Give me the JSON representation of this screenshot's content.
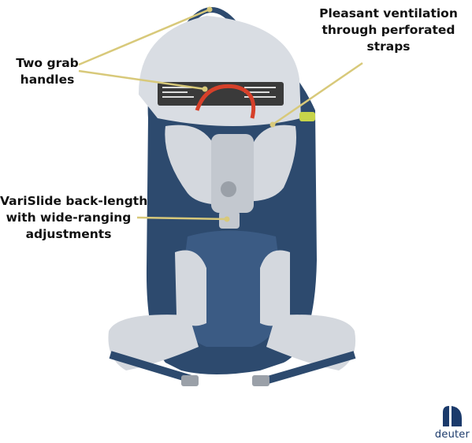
{
  "callouts": {
    "grab_handles": {
      "lines": [
        "Two grab",
        "handles"
      ]
    },
    "ventilation": {
      "lines": [
        "Pleasant ventilation",
        "through perforated",
        "straps"
      ]
    },
    "varislide": {
      "lines": [
        "VariSlide back-length",
        "with wide-ranging",
        "adjustments"
      ]
    }
  },
  "brand": {
    "wordmark": "deuter"
  },
  "colors": {
    "callout_line": "#d8c97a",
    "pack_navy": "#2d4a6e",
    "mesh_grey": "#d9dde3",
    "handle_red": "#d6402a",
    "brand_blue": "#1b3a6b"
  },
  "icons": {
    "brand_logo": "deuter-logo-icon"
  }
}
